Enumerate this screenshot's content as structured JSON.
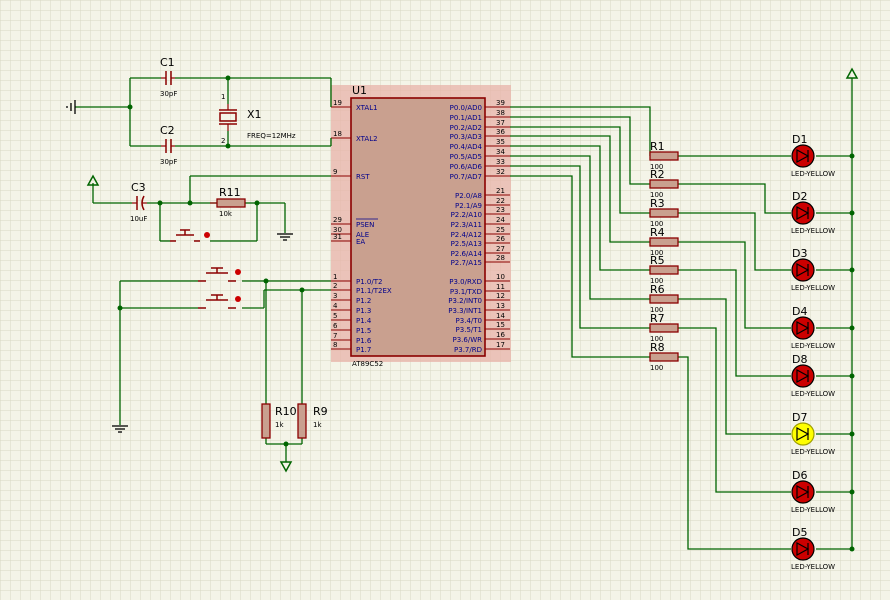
{
  "mcu": {
    "ref": "U1",
    "part": "AT89C52",
    "left_pins": [
      {
        "num": "19",
        "name": "XTAL1"
      },
      {
        "num": "18",
        "name": "XTAL2"
      },
      {
        "num": "9",
        "name": "RST"
      },
      {
        "num": "29",
        "name": "PSEN"
      },
      {
        "num": "30",
        "name": "ALE"
      },
      {
        "num": "31",
        "name": "EA"
      },
      {
        "num": "1",
        "name": "P1.0/T2"
      },
      {
        "num": "2",
        "name": "P1.1/T2EX"
      },
      {
        "num": "3",
        "name": "P1.2"
      },
      {
        "num": "4",
        "name": "P1.3"
      },
      {
        "num": "5",
        "name": "P1.4"
      },
      {
        "num": "6",
        "name": "P1.5"
      },
      {
        "num": "7",
        "name": "P1.6"
      },
      {
        "num": "8",
        "name": "P1.7"
      }
    ],
    "right_pins": [
      {
        "num": "39",
        "name": "P0.0/AD0"
      },
      {
        "num": "38",
        "name": "P0.1/AD1"
      },
      {
        "num": "37",
        "name": "P0.2/AD2"
      },
      {
        "num": "36",
        "name": "P0.3/AD3"
      },
      {
        "num": "35",
        "name": "P0.4/AD4"
      },
      {
        "num": "34",
        "name": "P0.5/AD5"
      },
      {
        "num": "33",
        "name": "P0.6/AD6"
      },
      {
        "num": "32",
        "name": "P0.7/AD7"
      },
      {
        "num": "21",
        "name": "P2.0/A8"
      },
      {
        "num": "22",
        "name": "P2.1/A9"
      },
      {
        "num": "23",
        "name": "P2.2/A10"
      },
      {
        "num": "24",
        "name": "P2.3/A11"
      },
      {
        "num": "25",
        "name": "P2.4/A12"
      },
      {
        "num": "26",
        "name": "P2.5/A13"
      },
      {
        "num": "27",
        "name": "P2.6/A14"
      },
      {
        "num": "28",
        "name": "P2.7/A15"
      },
      {
        "num": "10",
        "name": "P3.0/RXD"
      },
      {
        "num": "11",
        "name": "P3.1/TXD"
      },
      {
        "num": "12",
        "name": "P3.2/INT0"
      },
      {
        "num": "13",
        "name": "P3.3/INT1"
      },
      {
        "num": "14",
        "name": "P3.4/T0"
      },
      {
        "num": "15",
        "name": "P3.5/T1"
      },
      {
        "num": "16",
        "name": "P3.6/WR"
      },
      {
        "num": "17",
        "name": "P3.7/RD"
      }
    ]
  },
  "capacitors": [
    {
      "ref": "C1",
      "value": "30pF"
    },
    {
      "ref": "C2",
      "value": "30pF"
    },
    {
      "ref": "C3",
      "value": "10uF"
    }
  ],
  "crystal": {
    "ref": "X1",
    "value": "FREQ=12MHz",
    "pin1": "1",
    "pin2": "2"
  },
  "resistors": {
    "r11": {
      "ref": "R11",
      "value": "10k"
    },
    "r10": {
      "ref": "R10",
      "value": "1k"
    },
    "r9": {
      "ref": "R9",
      "value": "1k"
    },
    "led_resistors": [
      {
        "ref": "R1",
        "value": "100"
      },
      {
        "ref": "R2",
        "value": "100"
      },
      {
        "ref": "R3",
        "value": "100"
      },
      {
        "ref": "R4",
        "value": "100"
      },
      {
        "ref": "R5",
        "value": "100"
      },
      {
        "ref": "R6",
        "value": "100"
      },
      {
        "ref": "R7",
        "value": "100"
      },
      {
        "ref": "R8",
        "value": "100"
      }
    ]
  },
  "leds": [
    {
      "ref": "D1",
      "value": "LED-YELLOW",
      "state": "off"
    },
    {
      "ref": "D2",
      "value": "LED-YELLOW",
      "state": "off"
    },
    {
      "ref": "D3",
      "value": "LED-YELLOW",
      "state": "off"
    },
    {
      "ref": "D4",
      "value": "LED-YELLOW",
      "state": "off"
    },
    {
      "ref": "D8",
      "value": "LED-YELLOW",
      "state": "off"
    },
    {
      "ref": "D7",
      "value": "LED-YELLOW",
      "state": "on"
    },
    {
      "ref": "D6",
      "value": "LED-YELLOW",
      "state": "off"
    },
    {
      "ref": "D5",
      "value": "LED-YELLOW",
      "state": "off"
    }
  ],
  "colors": {
    "background": "#f4f4e8",
    "grid": "#d8d8c4",
    "wire": "#006400",
    "component": "#8b0000",
    "chip_fill": "#c9a08f",
    "chip_highlight": "#e8b3aa",
    "led_off": "#cc0000",
    "led_on": "#ffff00"
  }
}
